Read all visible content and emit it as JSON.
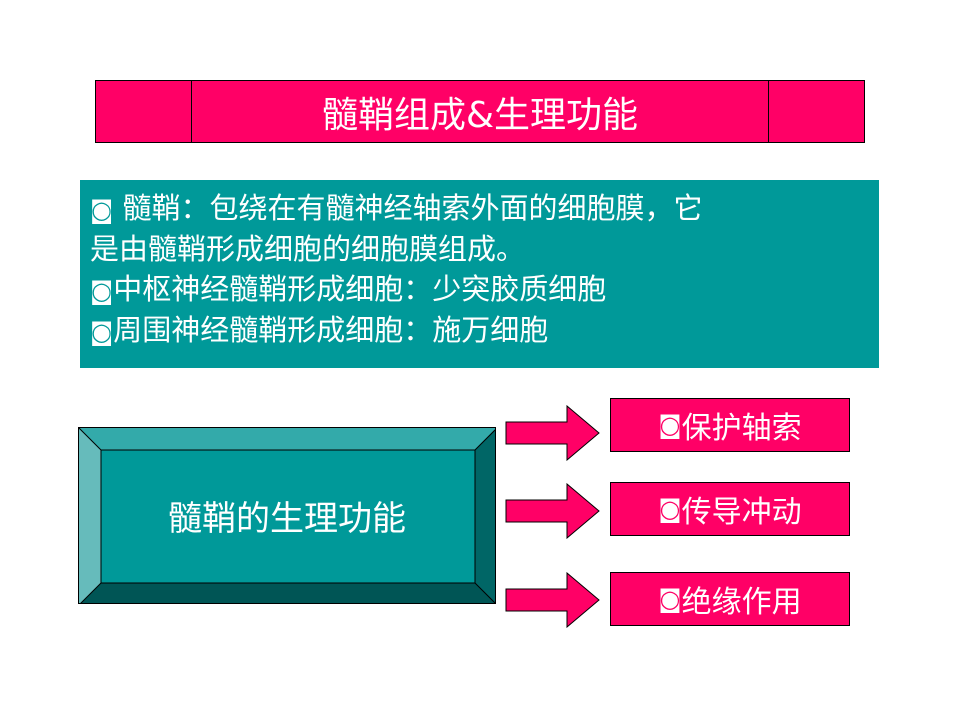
{
  "title": "髓鞘组成&生理功能",
  "bullet_symbol": "◙",
  "info": {
    "line1": " 髓鞘：包绕在有髓神经轴索外面的细胞膜，它",
    "line2": "是由髓鞘形成细胞的细胞膜组成。",
    "line3": "中枢神经髓鞘形成细胞：少突胶质细胞",
    "line4": "周围神经髓鞘形成细胞：施万细胞"
  },
  "main_box_label": "髓鞘的生理功能",
  "functions": [
    {
      "label": " 保护轴索"
    },
    {
      "label": " 传导冲动"
    },
    {
      "label": " 绝缘作用"
    }
  ],
  "colors": {
    "title_bg": "#ff0066",
    "teal": "#009999",
    "teal_light": "#33aaaa",
    "teal_dark": "#006666",
    "arrow": "#ff0066"
  }
}
